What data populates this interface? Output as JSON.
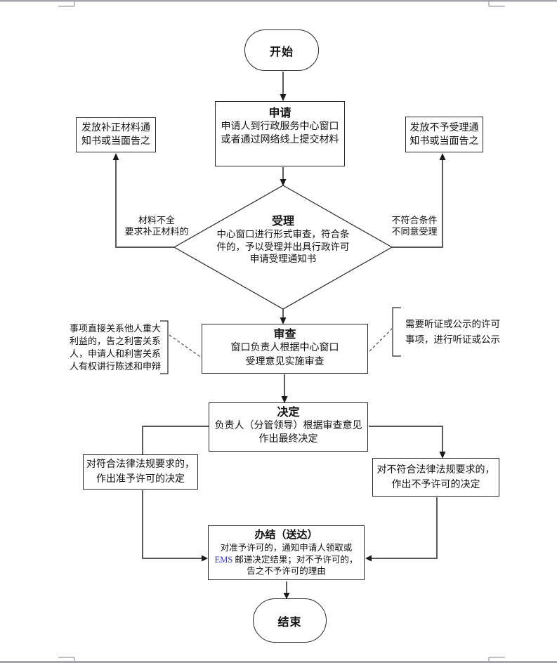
{
  "nodes": {
    "start": {
      "label": "开始"
    },
    "apply": {
      "title": "申请",
      "lines": [
        "申请人到行政服务中心窗口",
        "或者通过网络线上提交材料"
      ]
    },
    "supplement_notice": {
      "lines": [
        "发放补正材料通",
        "知书或当面告之"
      ]
    },
    "reject_notice": {
      "lines": [
        "发放不予受理通",
        "知书或当面告之"
      ]
    },
    "accept": {
      "title": "受理",
      "lines": [
        "中心窗口进行形式审查，符合条",
        "件的，予以受理并出具行政许可",
        "申请受理通知书"
      ]
    },
    "review": {
      "title": "审查",
      "lines": [
        "窗口负责人根据中心窗口",
        "受理意见实施审查"
      ]
    },
    "decide": {
      "title": "决定",
      "lines": [
        "负责人（分管领导）根据审查意见",
        "作出最终决定"
      ]
    },
    "approve": {
      "lines": [
        "对符合法律法规要求的，",
        "作出准予许可的决定"
      ]
    },
    "deny": {
      "lines": [
        "对不符合法律法规要求的，",
        "作出不予许可的决定"
      ]
    },
    "complete": {
      "title": "办结（送达）",
      "line1": "对准予许可的，通知申请人领取或",
      "ems": "EMS",
      "line2_rest": " 邮递决定结果；对不予许可的，",
      "line3": "告之不予许可的理由"
    },
    "end": {
      "label": "结束"
    }
  },
  "edge_labels": {
    "incomplete": {
      "lines": [
        "材料不全",
        "要求补正材料的"
      ]
    },
    "unqualified": {
      "lines": [
        "不符合条件",
        "不同意受理"
      ]
    }
  },
  "annotations": {
    "stakeholder": {
      "lines": [
        "事项直接关系他人重大",
        "利益的，告之利害关系",
        "人，申请人和利害关系",
        "人有权讲行陈述和申辩"
      ]
    },
    "hearing": {
      "lines": [
        "需要听证或公示的许可",
        "事项，进行听证或公示"
      ]
    }
  },
  "colors": {
    "connector": "#3f3f3f",
    "border": "#262626",
    "page_edge": "#a5a5ad",
    "ems_blue": "#3333cc"
  }
}
